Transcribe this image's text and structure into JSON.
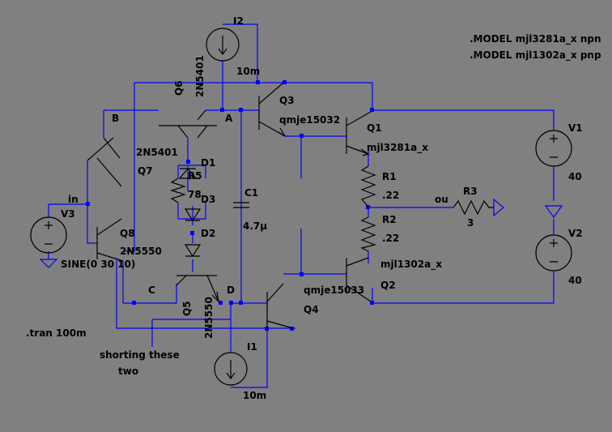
{
  "colors": {
    "background": "#808080",
    "wire": "#0000ff",
    "component": "#000000",
    "text": "#000000"
  },
  "directives": {
    "model_npn": ".MODEL mjl3281a_x npn",
    "model_pnp": ".MODEL mjl1302a_x pnp",
    "tran": ".tran 100m"
  },
  "note": {
    "line1": "shorting these",
    "line2": "two"
  },
  "nodes": {
    "a": "A",
    "b": "B",
    "c": "C",
    "d": "D",
    "in": "in",
    "out": "ou"
  },
  "transistors": {
    "q1": {
      "ref": "Q1",
      "model": "mjl3281a_x"
    },
    "q2": {
      "ref": "Q2",
      "model": "mjl1302a_x"
    },
    "q3": {
      "ref": "Q3",
      "model": "qmje15032"
    },
    "q4": {
      "ref": "Q4",
      "model": "qmje15033"
    },
    "q5": {
      "ref": "Q5",
      "model": "2N5550"
    },
    "q6": {
      "ref": "Q6",
      "model": "2N5401"
    },
    "q7": {
      "ref": "Q7",
      "model": "2N5401"
    },
    "q8": {
      "ref": "Q8",
      "model": "2N5550"
    }
  },
  "resistors": {
    "r1": {
      "ref": "R1",
      "value": ".22"
    },
    "r2": {
      "ref": "R2",
      "value": ".22"
    },
    "r3": {
      "ref": "R3",
      "value": "3"
    },
    "r5": {
      "ref": "R5",
      "value": "78"
    }
  },
  "capacitor": {
    "ref": "C1",
    "value": "4.7µ"
  },
  "diodes": {
    "d1": "D1",
    "d2": "D2",
    "d3": "D3"
  },
  "sources": {
    "v1": {
      "ref": "V1",
      "value": "40"
    },
    "v2": {
      "ref": "V2",
      "value": "40"
    },
    "v3": {
      "ref": "V3",
      "value": "SINE(0 30 10)"
    },
    "i1": {
      "ref": "I1",
      "value": "10m"
    },
    "i2": {
      "ref": "I2",
      "value": "10m"
    }
  }
}
